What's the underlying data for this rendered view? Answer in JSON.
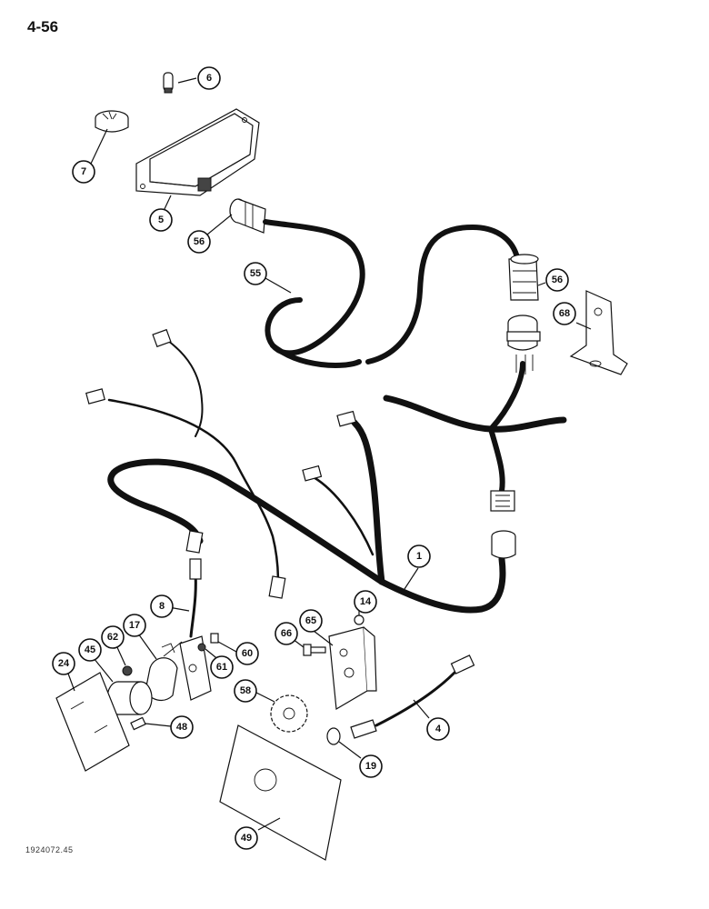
{
  "page_number": "4-56",
  "figure_code": "1924072.45",
  "callouts": [
    {
      "id": "c6",
      "label": "6"
    },
    {
      "id": "c7",
      "label": "7"
    },
    {
      "id": "c5",
      "label": "5"
    },
    {
      "id": "c56a",
      "label": "56"
    },
    {
      "id": "c55",
      "label": "55"
    },
    {
      "id": "c56b",
      "label": "56"
    },
    {
      "id": "c68",
      "label": "68"
    },
    {
      "id": "c1",
      "label": "1"
    },
    {
      "id": "c8",
      "label": "8"
    },
    {
      "id": "c14",
      "label": "14"
    },
    {
      "id": "c65",
      "label": "65"
    },
    {
      "id": "c66",
      "label": "66"
    },
    {
      "id": "c17",
      "label": "17"
    },
    {
      "id": "c62",
      "label": "62"
    },
    {
      "id": "c45",
      "label": "45"
    },
    {
      "id": "c24",
      "label": "24"
    },
    {
      "id": "c60",
      "label": "60"
    },
    {
      "id": "c61",
      "label": "61"
    },
    {
      "id": "c58",
      "label": "58"
    },
    {
      "id": "c4",
      "label": "4"
    },
    {
      "id": "c48",
      "label": "48"
    },
    {
      "id": "c19",
      "label": "19"
    },
    {
      "id": "c49",
      "label": "49"
    }
  ]
}
